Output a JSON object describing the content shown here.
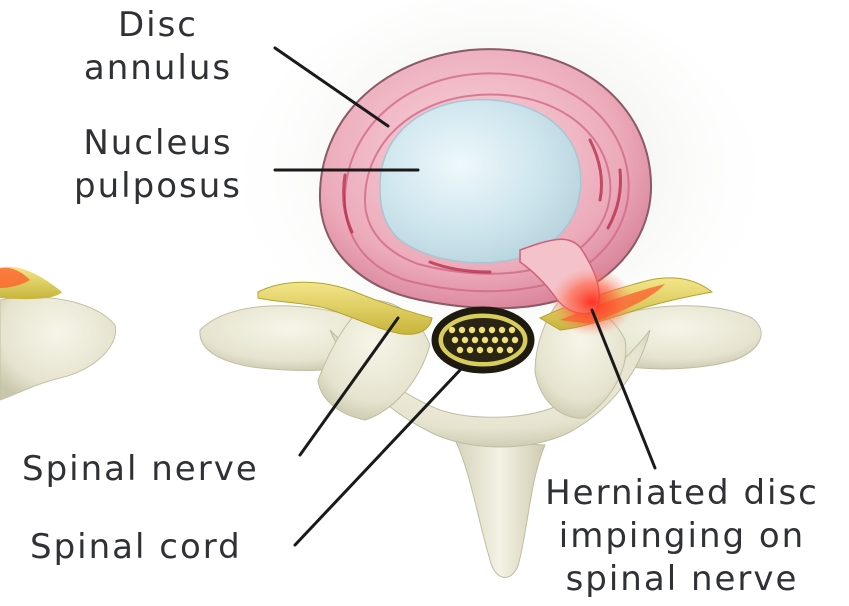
{
  "labels": {
    "disc_annulus": [
      "Disc",
      "annulus"
    ],
    "nucleus_pulposus": [
      "Nucleus",
      "pulposus"
    ],
    "spinal_nerve": "Spinal nerve",
    "spinal_cord": "Spinal cord",
    "herniated_disc": [
      "Herniated disc",
      "impinging on",
      "spinal nerve"
    ]
  },
  "colors": {
    "bone": "#ecebd9",
    "bone_shadow": "#b9b79e",
    "annulus": "#e9a7b6",
    "annulus_ring": "#cf5f7b",
    "nucleus": "#cfe8ef",
    "nerve": "#e4d35a",
    "inflammation": "#ff3b2a",
    "cord": "#1e1a10",
    "leader_line": "#1a1a1a",
    "text": "#2f3134"
  }
}
